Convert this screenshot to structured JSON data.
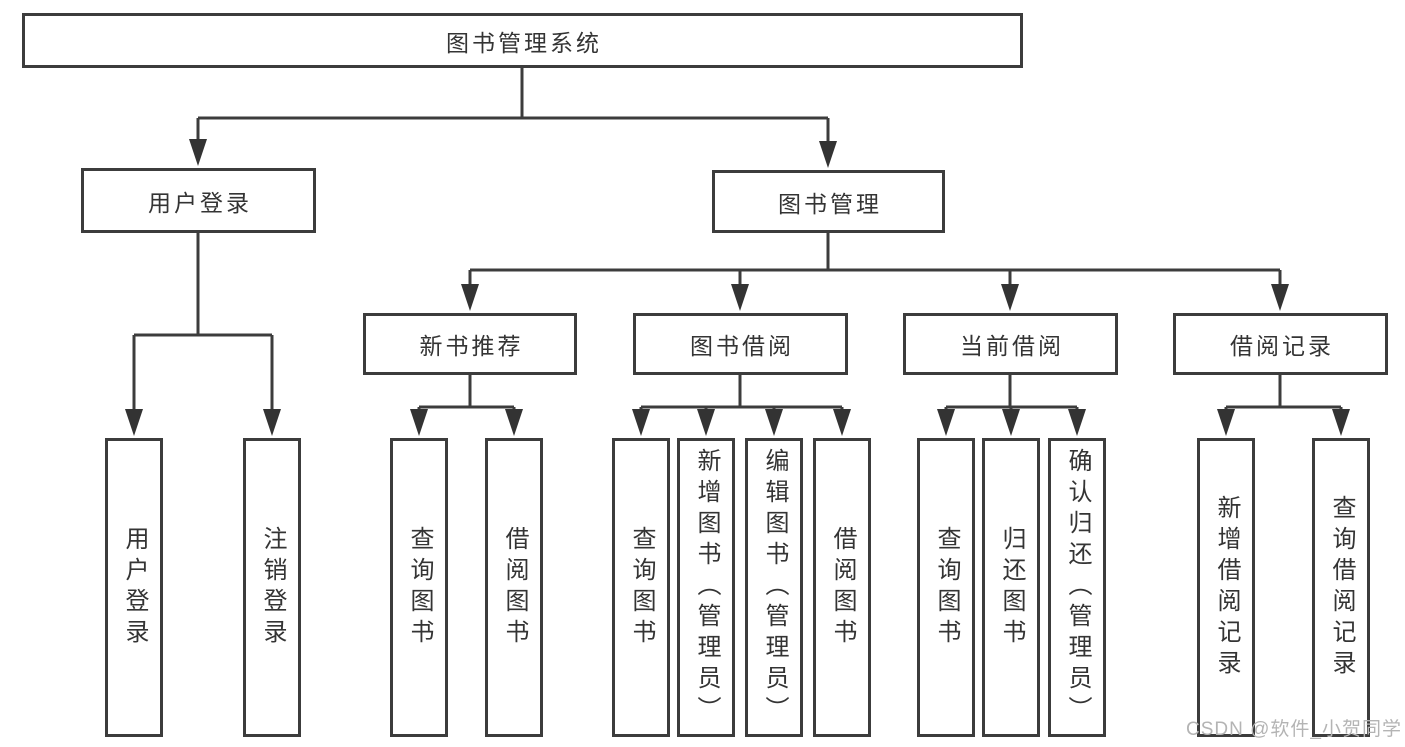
{
  "diagram_title": "图书管理系统",
  "colors": {
    "line": "#3c3c3c",
    "box_border": "#3c3c3c",
    "text": "#343434",
    "watermark": "#b4b4b4",
    "background": "#ffffff"
  },
  "nodes": {
    "root": {
      "label": "图书管理系统"
    },
    "level2": [
      {
        "label": "用户登录"
      },
      {
        "label": "图书管理"
      }
    ],
    "level3": [
      {
        "label": "新书推荐",
        "parent": "图书管理"
      },
      {
        "label": "图书借阅",
        "parent": "图书管理"
      },
      {
        "label": "当前借阅",
        "parent": "图书管理"
      },
      {
        "label": "借阅记录",
        "parent": "图书管理"
      }
    ],
    "leaves": [
      {
        "label": "用户登录",
        "parent": "用户登录"
      },
      {
        "label": "注销登录",
        "parent": "用户登录"
      },
      {
        "label": "查询图书",
        "parent": "新书推荐"
      },
      {
        "label": "借阅图书",
        "parent": "新书推荐"
      },
      {
        "label": "查询图书",
        "parent": "图书借阅"
      },
      {
        "label": "新增图书（管理员）",
        "parent": "图书借阅"
      },
      {
        "label": "编辑图书（管理员）",
        "parent": "图书借阅"
      },
      {
        "label": "借阅图书",
        "parent": "图书借阅"
      },
      {
        "label": "查询图书",
        "parent": "当前借阅"
      },
      {
        "label": "归还图书",
        "parent": "当前借阅"
      },
      {
        "label": "确认归还（管理员）",
        "parent": "当前借阅"
      },
      {
        "label": "新增借阅记录",
        "parent": "借阅记录"
      },
      {
        "label": "查询借阅记录",
        "parent": "借阅记录"
      }
    ]
  },
  "watermark": "CSDN @软件_小贺同学"
}
